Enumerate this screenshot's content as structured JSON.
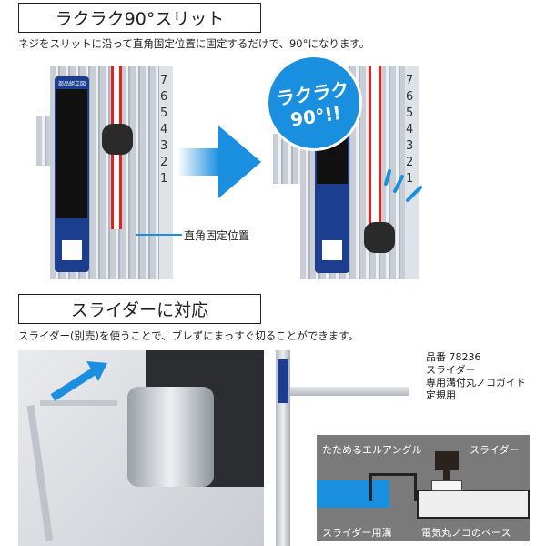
{
  "section1": {
    "title": "ラクラク90°スリット",
    "description": "ネジをスリットに沿って直角固定位置に固定するだけで、90°になります。",
    "callout_label": "直角固定位置",
    "bubble_text_line1": "ラクラク",
    "bubble_text_line2": "90°!!",
    "card_header": "部品組立図",
    "scale_numbers": [
      "7",
      "6",
      "5",
      "4",
      "3",
      "2",
      "1"
    ]
  },
  "section2": {
    "title": "スライダーに対応",
    "description": "スライダー(別売)を使うことで、ブレずにまっすぐ切ることができます。",
    "product": {
      "number": "品番 78236",
      "name": "スライダー",
      "line3": "専用溝付丸ノコガイド",
      "line4": "定規用"
    },
    "diagram": {
      "label_angle": "たためるエルアングル",
      "label_slider": "スライダー",
      "label_groove": "スライダー用溝",
      "label_base": "電気丸ノコのベース"
    }
  },
  "colors": {
    "accent_blue": "#1a8fe0",
    "red": "#e0231c",
    "diagram_gray": "#7a7a7a"
  }
}
